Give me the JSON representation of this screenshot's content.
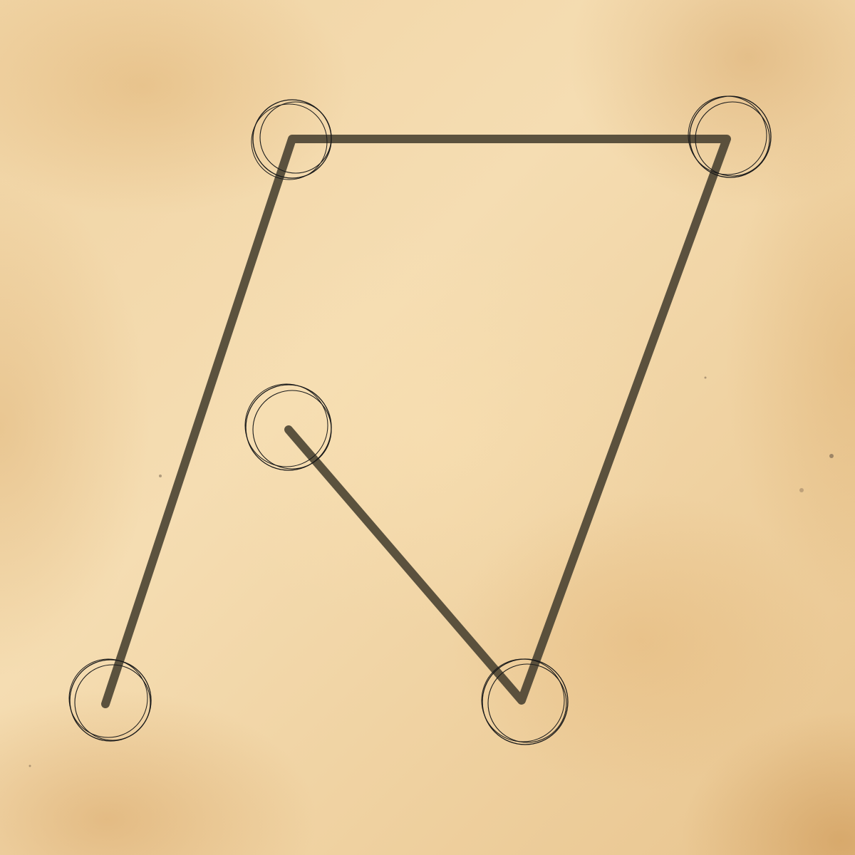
{
  "puzzle": {
    "nodes": [
      {
        "id": "top-left"
      },
      {
        "id": "top-right"
      },
      {
        "id": "center"
      },
      {
        "id": "bottom-left"
      },
      {
        "id": "bottom-middle"
      }
    ],
    "path_order": [
      "center",
      "bottom-middle",
      "top-right",
      "top-left",
      "bottom-left"
    ],
    "colors": {
      "line": "#4a4232",
      "node_outline": "#1a1a1a"
    }
  }
}
